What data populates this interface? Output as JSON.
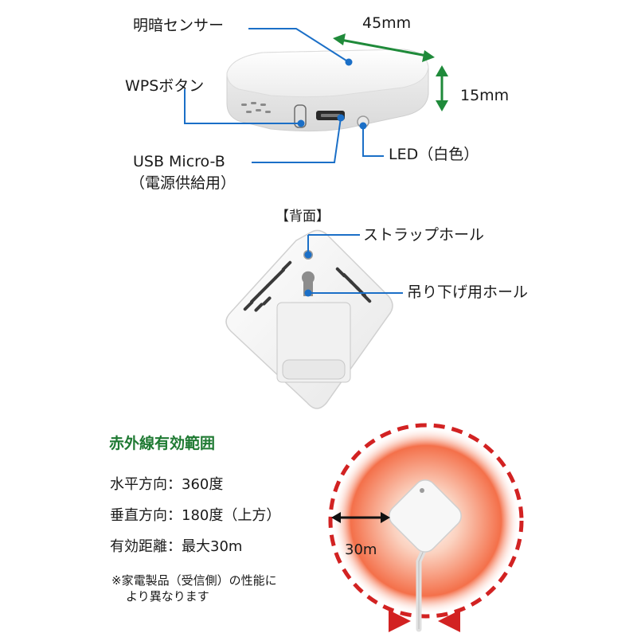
{
  "colors": {
    "leader_line": "#1b6fc7",
    "dimension_arrow": "#1f8a3a",
    "heading_green": "#1f7a33",
    "range_dash": "#d22222",
    "range_glow": "#f4704a",
    "device_white": "#f6f6f6"
  },
  "top_device": {
    "light_sensor": "明暗センサー",
    "width_dim": "45mm",
    "height_dim": "15mm",
    "wps_button": "WPSボタン",
    "usb_line1": "USB Micro-B",
    "usb_line2": "（電源供給用）",
    "led": "LED（白色）"
  },
  "back": {
    "title": "【背面】",
    "strap_hole": "ストラップホール",
    "hanging_hole": "吊り下げ用ホール"
  },
  "ir": {
    "heading": "赤外線有効範囲",
    "horizontal": "水平方向：360度",
    "vertical": "垂直方向：180度（上方）",
    "distance": "有効距離：最大30m",
    "note_line1": "※家電製品（受信側）の性能に",
    "note_line2": "より異なります",
    "radius_label": "30m"
  },
  "icons": [
    "device-top-photo",
    "device-back-photo",
    "range-device-icon",
    "leader-dot"
  ]
}
